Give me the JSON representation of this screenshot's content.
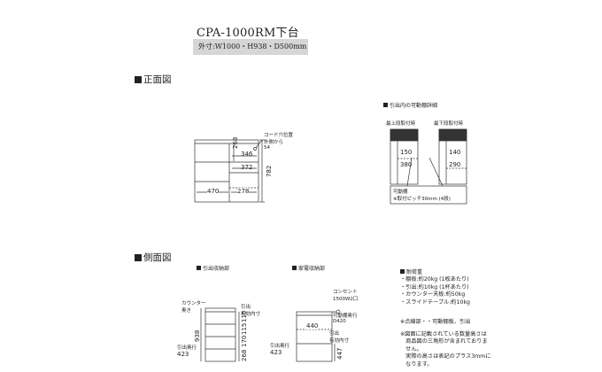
{
  "title": "CPA-1000RM下台",
  "outer_dims": "外寸:W1000・H938・D500mm",
  "sections": {
    "front": "正面図",
    "side": "側面図"
  },
  "front": {
    "cord_note": [
      "コード穴位置",
      "外側から",
      "54"
    ],
    "dims": {
      "d268": "268",
      "d346": "346",
      "d372": "372",
      "d470": "470",
      "d278": "278",
      "d782": "782"
    }
  },
  "shelf_detail": {
    "title": "引出内の可動棚詳細",
    "top_label": "最上段取付時",
    "bottom_label": "最下段取付時",
    "top_dims": [
      "150",
      "380"
    ],
    "bottom_dims": [
      "140",
      "290"
    ],
    "note_lines": [
      "可動棚",
      "※取付ピッチ30mm (4段)"
    ]
  },
  "side": {
    "drawer_title": "引出収納部",
    "appliance_title": "家電収納部",
    "counter_label": [
      "カウンター",
      "奥き"
    ],
    "drawer_depth_label": [
      "引出",
      "有効内寸"
    ],
    "left_depth_label": [
      "引出奥行",
      "423"
    ],
    "drawer_heights": [
      "115",
      "115",
      "170",
      "268"
    ],
    "total_height": "938",
    "outlet_label": [
      "コンセント",
      "1500W2口"
    ],
    "movable_depth": [
      "可動棚奥行",
      "D420"
    ],
    "appliance_depth": "440",
    "appliance_effective": [
      "引出",
      "有効内寸"
    ],
    "appliance_dim_447": "447",
    "appliance_left": [
      "引出奥行",
      "423"
    ]
  },
  "load": {
    "title": "耐荷重",
    "items": [
      "・棚板:約20kg (1枚あたり)",
      "・引出:約10kg (1杯あたり)",
      "・カウンター天板:約50kg",
      "・スライドテーブル:約10kg"
    ],
    "notes": [
      "※点線部・・可動棚板、引出",
      "※図面に記載されている数量高さは",
      "　商品図の三角形が含まれておりま",
      "　せん。",
      "　実際の高さは表記のプラス3mmに",
      "　なります。"
    ]
  }
}
